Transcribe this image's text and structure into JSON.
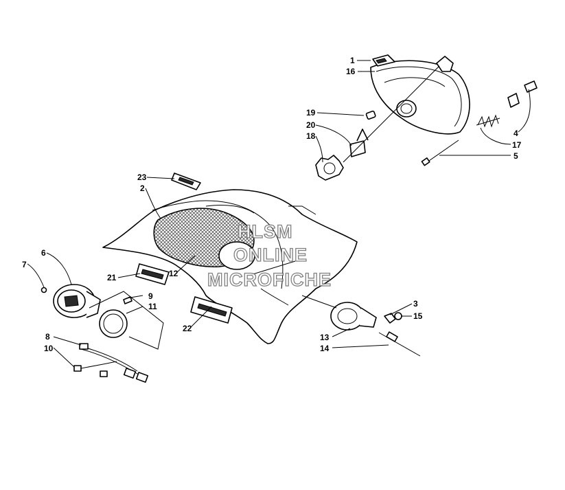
{
  "callouts": [
    {
      "id": "c1",
      "label": "1"
    },
    {
      "id": "c16",
      "label": "16"
    },
    {
      "id": "c19",
      "label": "19"
    },
    {
      "id": "c20",
      "label": "20"
    },
    {
      "id": "c18",
      "label": "18"
    },
    {
      "id": "c4",
      "label": "4"
    },
    {
      "id": "c17",
      "label": "17"
    },
    {
      "id": "c5",
      "label": "5"
    },
    {
      "id": "c23",
      "label": "23"
    },
    {
      "id": "c2",
      "label": "2"
    },
    {
      "id": "c6",
      "label": "6"
    },
    {
      "id": "c7",
      "label": "7"
    },
    {
      "id": "c21",
      "label": "21"
    },
    {
      "id": "c12",
      "label": "12"
    },
    {
      "id": "c9",
      "label": "9"
    },
    {
      "id": "c11",
      "label": "11"
    },
    {
      "id": "c22",
      "label": "22"
    },
    {
      "id": "c8",
      "label": "8"
    },
    {
      "id": "c10",
      "label": "10"
    },
    {
      "id": "c3",
      "label": "3"
    },
    {
      "id": "c15",
      "label": "15"
    },
    {
      "id": "c13",
      "label": "13"
    },
    {
      "id": "c14",
      "label": "14"
    }
  ],
  "watermark": {
    "line1": "HLSM",
    "line2": "ONLINE",
    "line3": "MICROFICHE"
  }
}
